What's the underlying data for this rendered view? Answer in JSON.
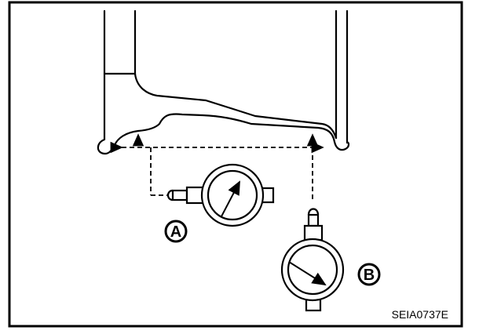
{
  "figure": {
    "code": "SEIA0737E",
    "callouts": {
      "a": "A",
      "b": "B"
    },
    "icons": {
      "gauge_a": "dial-gauge-icon",
      "gauge_b": "dial-gauge-icon"
    },
    "line_color": "#000000",
    "background": "#ffffff"
  }
}
